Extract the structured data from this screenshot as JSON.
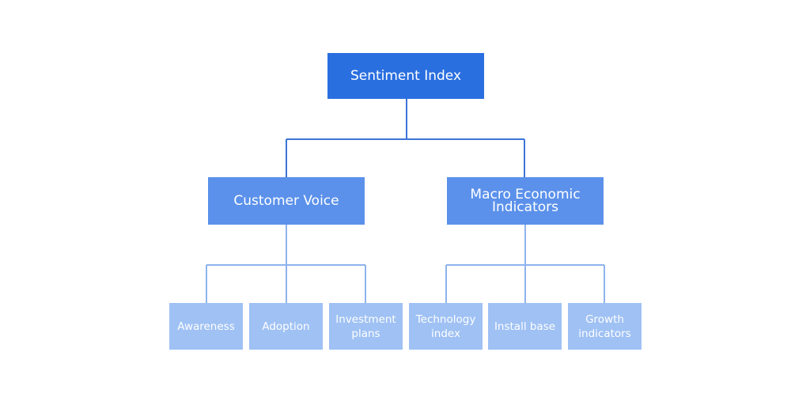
{
  "diagram": {
    "root": {
      "label": "Sentiment Index"
    },
    "branches": [
      {
        "label": "Customer Voice",
        "children": [
          "Awareness",
          "Adoption",
          "Investment\nplans"
        ]
      },
      {
        "label": "Macro Economic\nIndicators",
        "children": [
          "Technology\nindex",
          "Install base",
          "Growth\nindicators"
        ]
      }
    ]
  },
  "colors": {
    "root_fill": "#2a6fe0",
    "mid_fill": "#5b91ea",
    "leaf_fill": "#9fc1f4",
    "connector": "#3c74d6",
    "connector_light": "#8eb3ee",
    "text": "#ffffff"
  }
}
